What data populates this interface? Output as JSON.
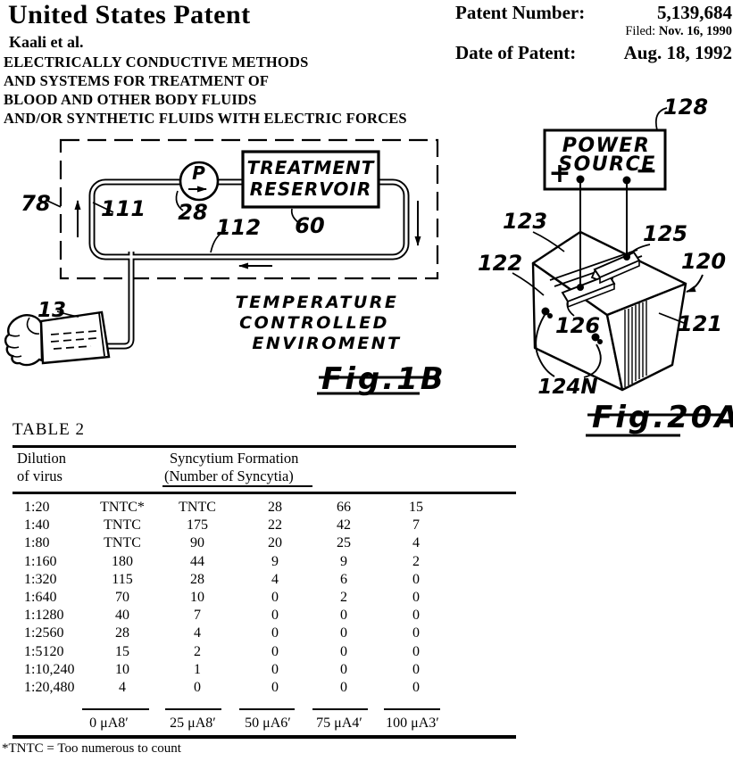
{
  "header": {
    "title": "United States Patent",
    "authors": "Kaali et al.",
    "invention_title_lines": [
      "ELECTRICALLY CONDUCTIVE METHODS",
      "AND SYSTEMS FOR TREATMENT OF",
      "BLOOD AND OTHER BODY FLUIDS",
      "AND/OR SYNTHETIC FLUIDS WITH ELECTRIC FORCES"
    ],
    "patent_number_label": "Patent Number:",
    "patent_number": "5,139,684",
    "filed_label": "Filed:",
    "filed_date": "Nov. 16, 1990",
    "date_of_patent_label": "Date of Patent:",
    "date_of_patent": "Aug. 18, 1992"
  },
  "fig1b": {
    "caption": "Fig.1B",
    "pump_letter": "P",
    "reservoir_line1": "TREATMENT",
    "reservoir_line2": "RESERVOIR",
    "env_line1": "TEMPERATURE",
    "env_line2": "CONTROLLED",
    "env_line3": "ENVIROMENT",
    "refs": {
      "n78": "78",
      "n111": "111",
      "n28": "28",
      "n112": "112",
      "n60": "60",
      "n13": "13"
    }
  },
  "fig20a": {
    "caption": "Fig.20A",
    "power_line1": "POWER",
    "power_line2": "SOURCE",
    "plus": "+",
    "minus": "−",
    "refs": {
      "n128": "128",
      "n123": "123",
      "n125": "125",
      "n122": "122",
      "n120": "120",
      "n126": "126",
      "n121": "121",
      "n124n": "124N"
    }
  },
  "table": {
    "title": "TABLE 2",
    "col_header_line1": "Dilution",
    "col_header_line2": "of virus",
    "span_header_line1": "Syncytium Formation",
    "span_header_line2": "(Number of Syncytia)",
    "rows": [
      [
        "1:20",
        "TNTC*",
        "TNTC",
        "28",
        "66",
        "15"
      ],
      [
        "1:40",
        "TNTC",
        "175",
        "22",
        "42",
        "7"
      ],
      [
        "1:80",
        "TNTC",
        "90",
        "20",
        "25",
        "4"
      ],
      [
        "1:160",
        "180",
        "44",
        "9",
        "9",
        "2"
      ],
      [
        "1:320",
        "115",
        "28",
        "4",
        "6",
        "0"
      ],
      [
        "1:640",
        "70",
        "10",
        "0",
        "2",
        "0"
      ],
      [
        "1:1280",
        "40",
        "7",
        "0",
        "0",
        "0"
      ],
      [
        "1:2560",
        "28",
        "4",
        "0",
        "0",
        "0"
      ],
      [
        "1:5120",
        "15",
        "2",
        "0",
        "0",
        "0"
      ],
      [
        "1:10,240",
        "10",
        "1",
        "0",
        "0",
        "0"
      ],
      [
        "1:20,480",
        "4",
        "0",
        "0",
        "0",
        "0"
      ]
    ],
    "footer": [
      "0 μA8′",
      "25 μA8′",
      "50 μA6′",
      "75 μA4′",
      "100 μA3′"
    ],
    "footnote": "*TNTC = Too numerous to count"
  }
}
